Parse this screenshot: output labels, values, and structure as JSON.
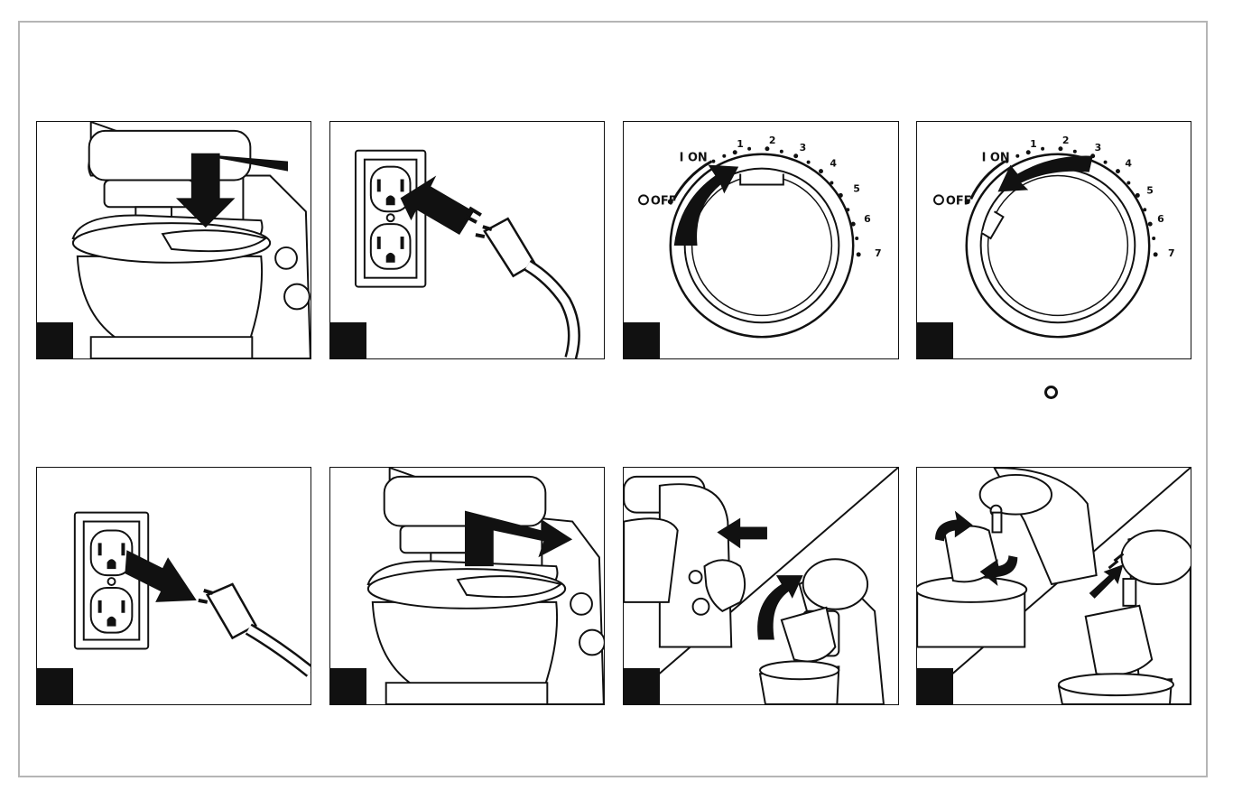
{
  "dial_a": {
    "off_label": "OFF",
    "on_label": "I ON",
    "speeds": [
      "1",
      "2",
      "3",
      "4",
      "5",
      "6",
      "7"
    ]
  },
  "dial_b": {
    "off_label": "OFF",
    "on_label": "I ON",
    "speeds": [
      "1",
      "2",
      "3",
      "4",
      "5",
      "6",
      "7"
    ]
  },
  "icons": {
    "off_marker": "circle-outline-icon",
    "arrow": "arrow-icon"
  },
  "colors": {
    "ink": "#111111",
    "frame": "#b5b5b5",
    "background": "#ffffff"
  }
}
